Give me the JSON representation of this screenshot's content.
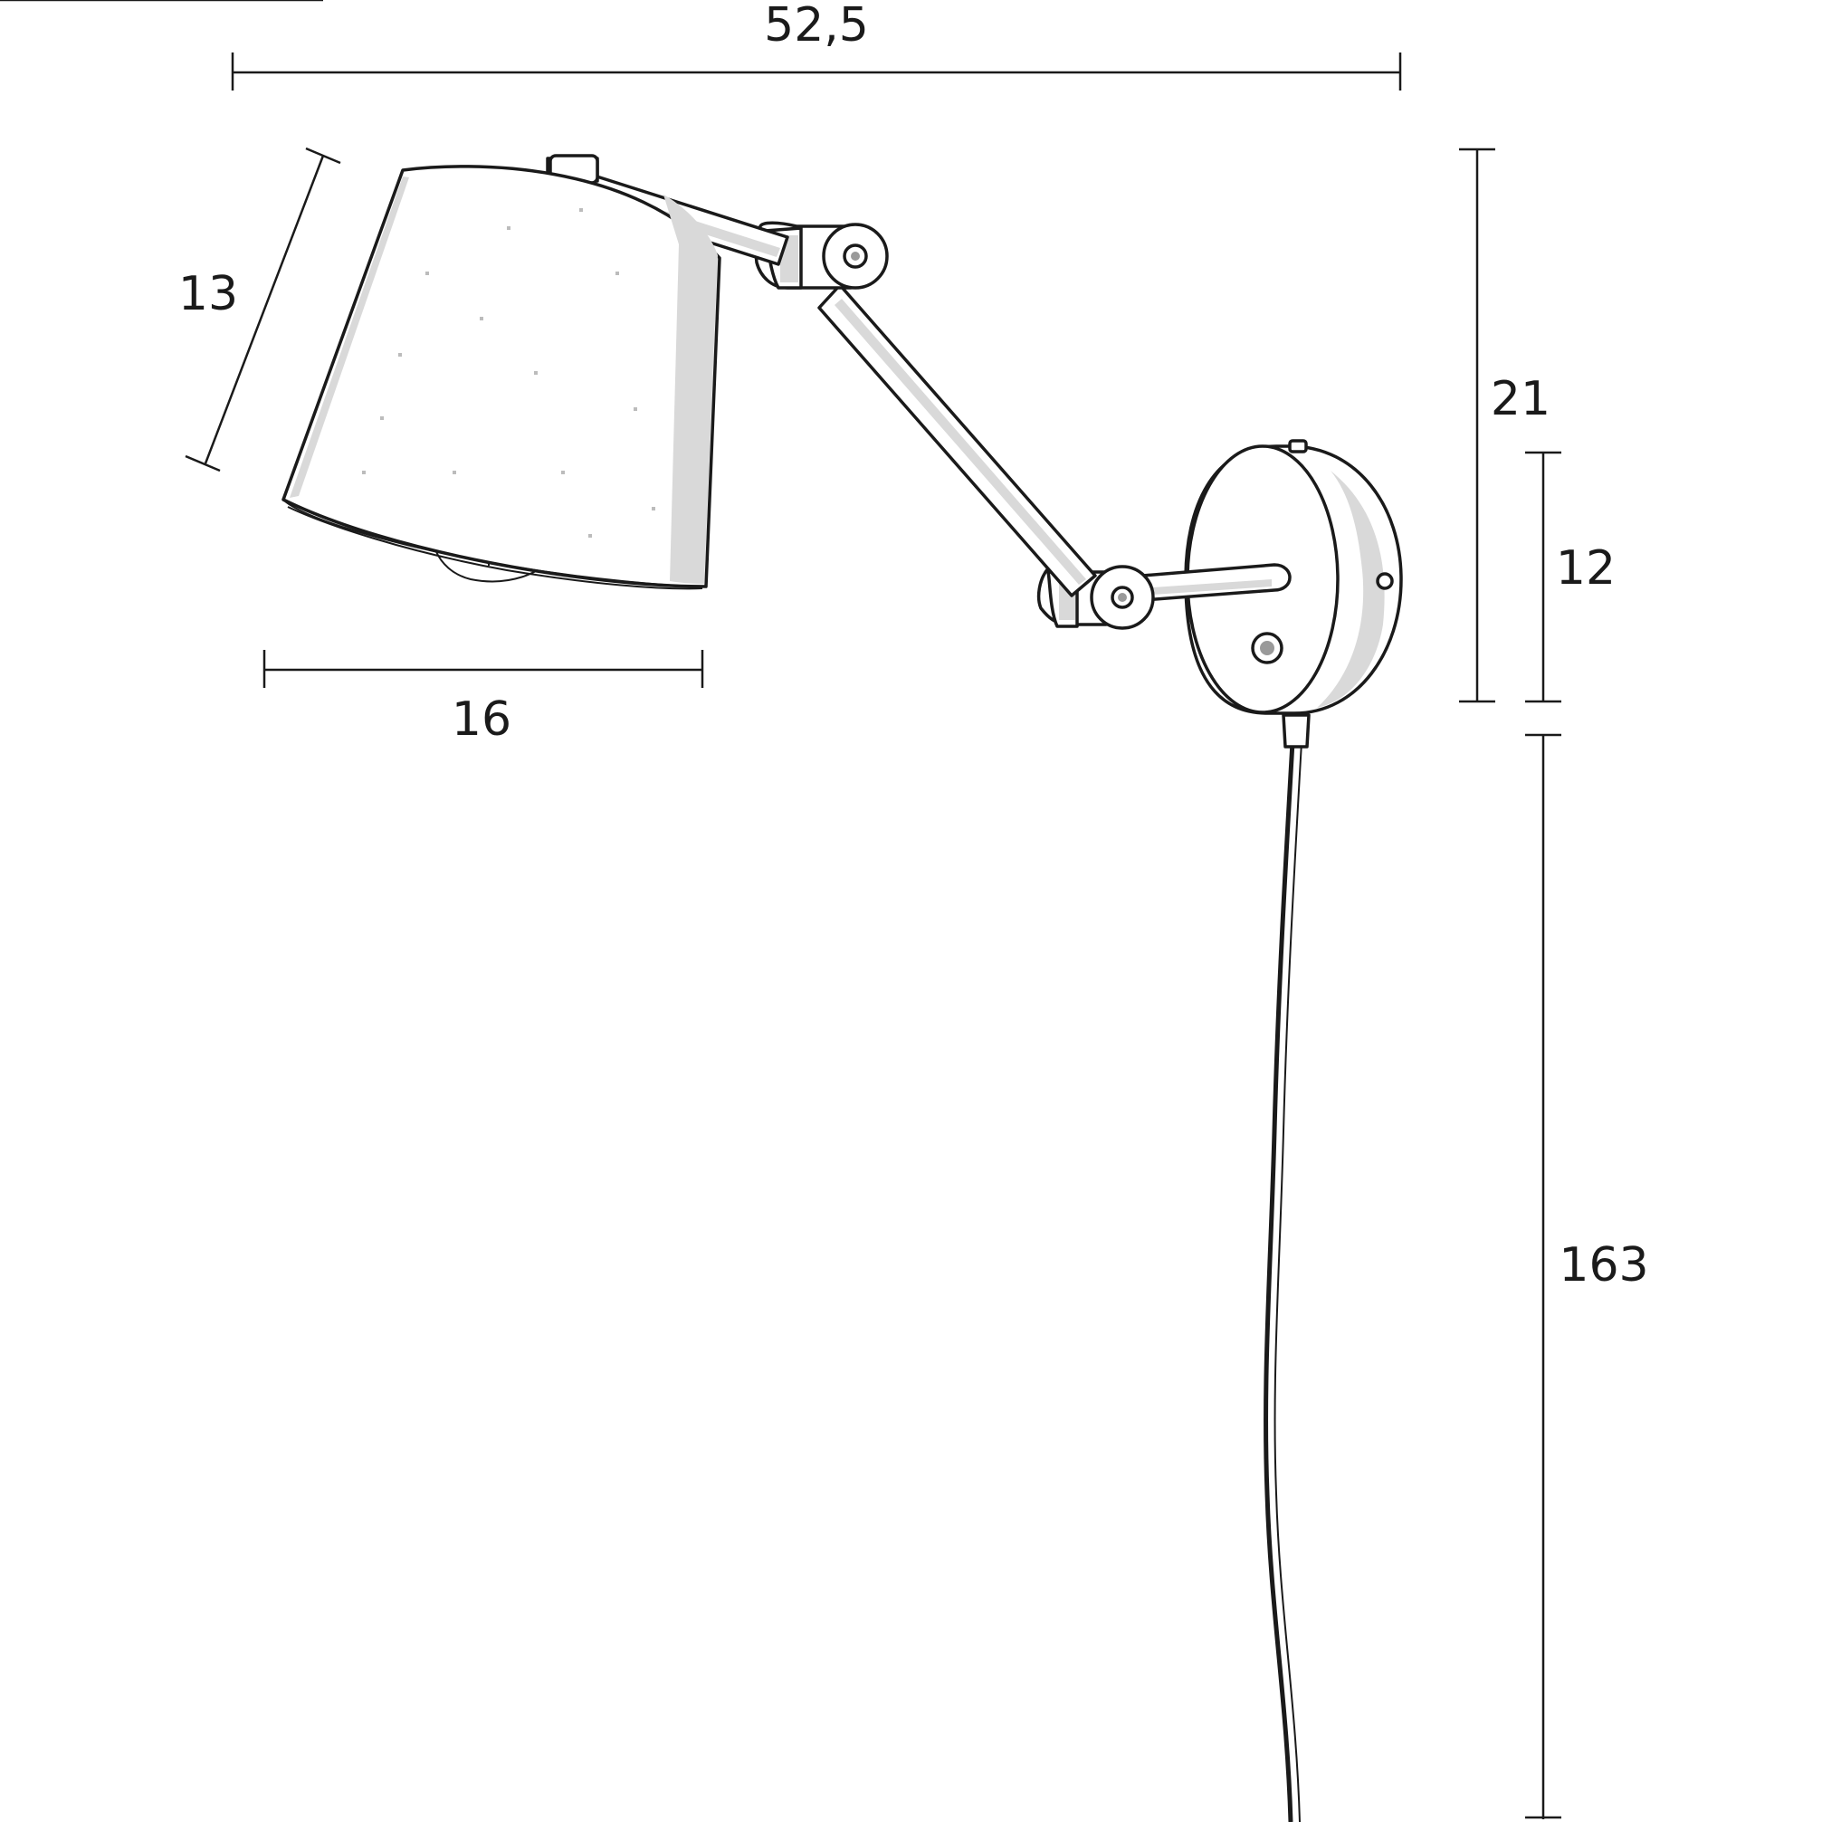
{
  "dimensions": {
    "total_width": "52,5",
    "shade_height": "13",
    "shade_width": "16",
    "total_height": "21",
    "plate_height": "12",
    "cord_length": "163"
  },
  "colors": {
    "line": "#1a1a1a",
    "background": "#ffffff"
  }
}
